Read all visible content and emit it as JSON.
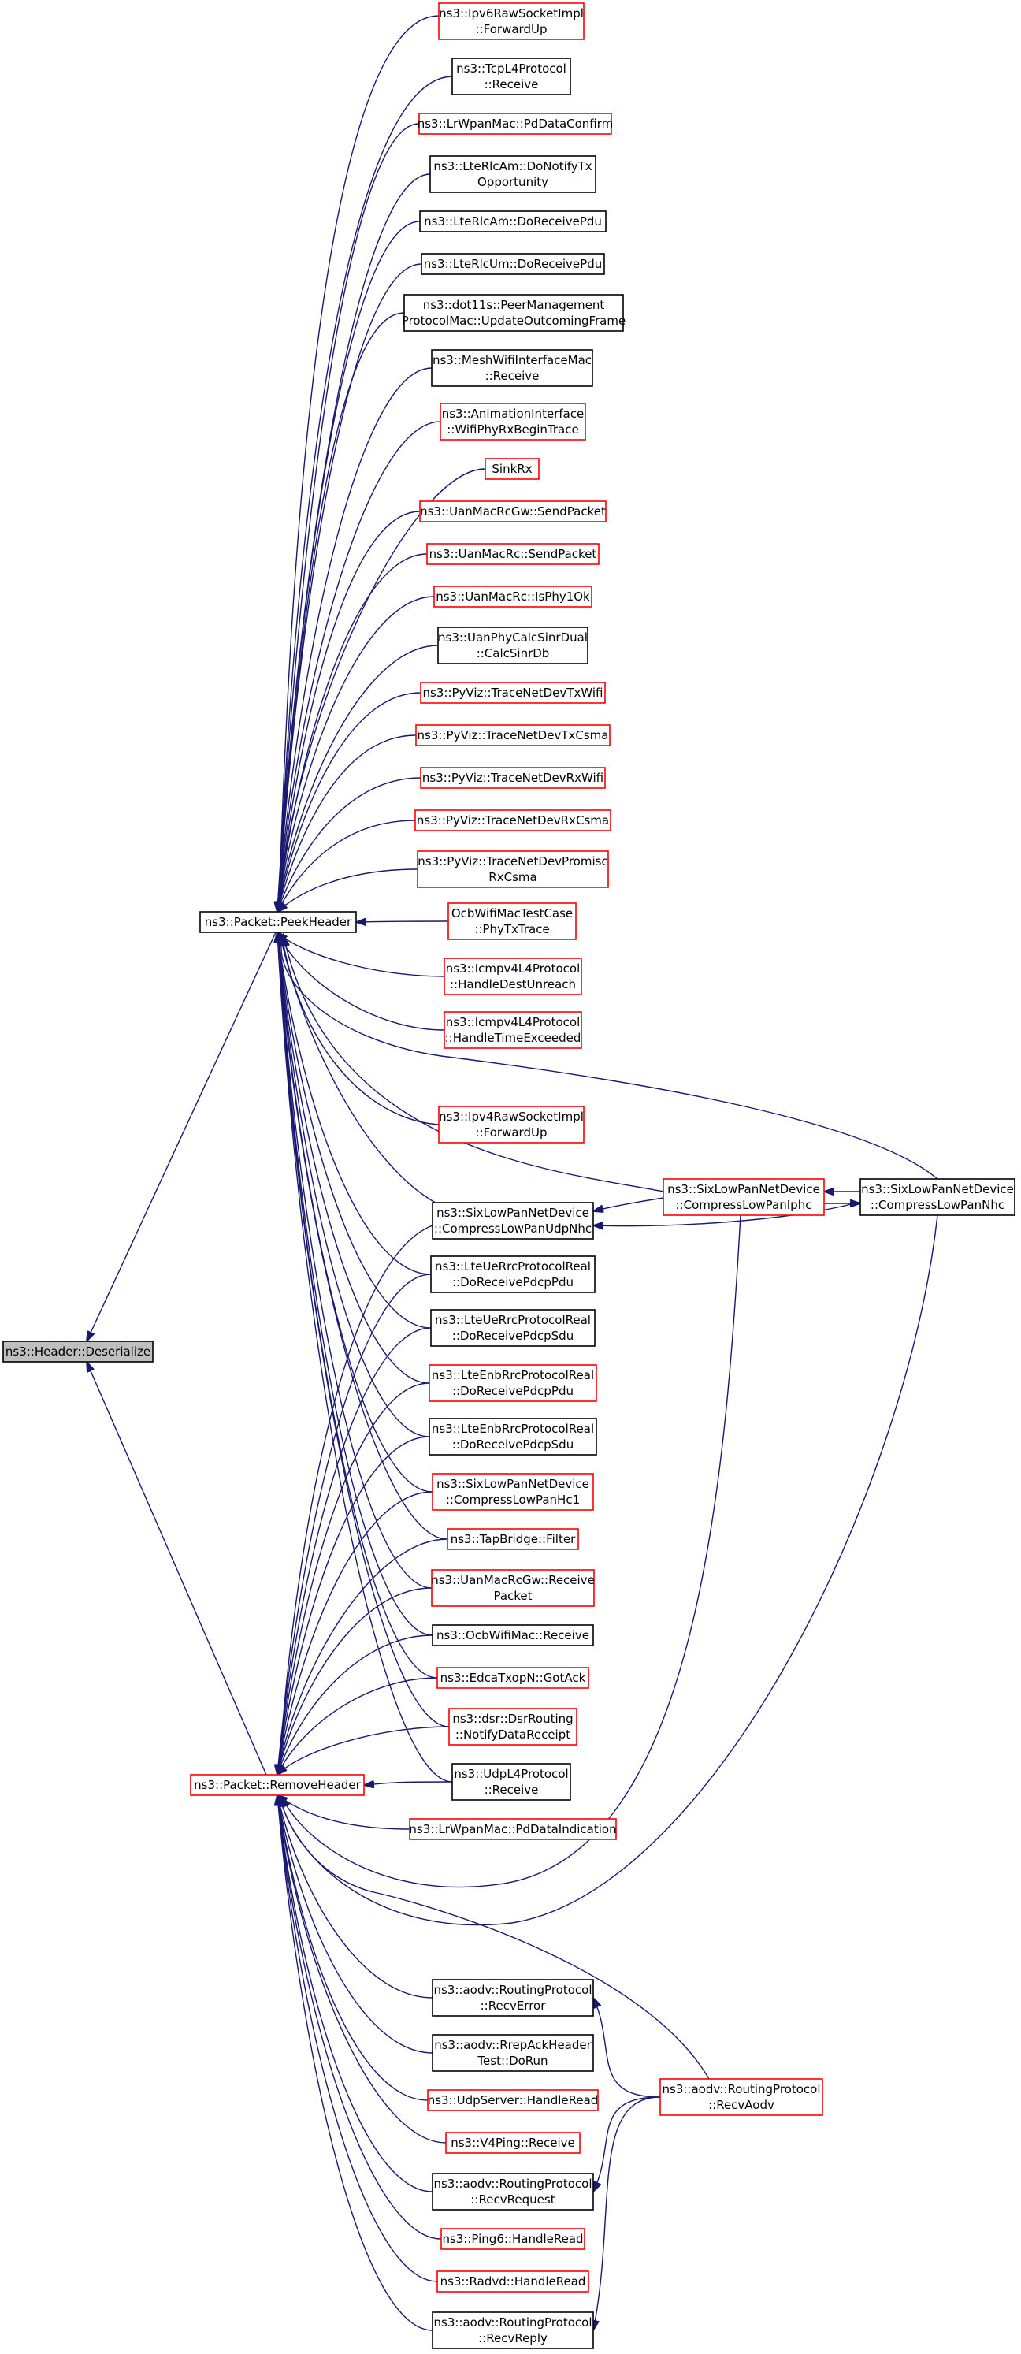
{
  "colors": {
    "edge": "#191970",
    "highlight_fill": "#bfbfbf",
    "red_border": "#ff0000",
    "black_border": "#000000"
  },
  "nodes": {
    "deserialize": {
      "lines": [
        "ns3::Header::Deserialize"
      ],
      "border": "black",
      "highlight": true
    },
    "peek": {
      "lines": [
        "ns3::Packet::PeekHeader"
      ],
      "border": "black"
    },
    "remove": {
      "lines": [
        "ns3::Packet::RemoveHeader"
      ],
      "border": "red"
    },
    "ipv6raw": {
      "lines": [
        "ns3::Ipv6RawSocketImpl",
        "::ForwardUp"
      ],
      "border": "red"
    },
    "tcpl4": {
      "lines": [
        "ns3::TcpL4Protocol",
        "::Receive"
      ],
      "border": "black"
    },
    "lrwpd": {
      "lines": [
        "ns3::LrWpanMac::PdDataConfirm"
      ],
      "border": "red"
    },
    "lterlcamtx": {
      "lines": [
        "ns3::LteRlcAm::DoNotifyTx",
        "Opportunity"
      ],
      "border": "black"
    },
    "lterlcamrx": {
      "lines": [
        "ns3::LteRlcAm::DoReceivePdu"
      ],
      "border": "black"
    },
    "lterlcumrx": {
      "lines": [
        "ns3::LteRlcUm::DoReceivePdu"
      ],
      "border": "black"
    },
    "dot11s": {
      "lines": [
        "ns3::dot11s::PeerManagement",
        "ProtocolMac::UpdateOutcomingFrame"
      ],
      "border": "black"
    },
    "meshwifi": {
      "lines": [
        "ns3::MeshWifiInterfaceMac",
        "::Receive"
      ],
      "border": "black"
    },
    "animation": {
      "lines": [
        "ns3::AnimationInterface",
        "::WifiPhyRxBeginTrace"
      ],
      "border": "red"
    },
    "sinkrx": {
      "lines": [
        "SinkRx"
      ],
      "border": "red"
    },
    "uanrcgwsend": {
      "lines": [
        "ns3::UanMacRcGw::SendPacket"
      ],
      "border": "red"
    },
    "uanrcsend": {
      "lines": [
        "ns3::UanMacRc::SendPacket"
      ],
      "border": "red"
    },
    "uanrcphy": {
      "lines": [
        "ns3::UanMacRc::IsPhy1Ok"
      ],
      "border": "red"
    },
    "uanphycalc": {
      "lines": [
        "ns3::UanPhyCalcSinrDual",
        "::CalcSinrDb"
      ],
      "border": "black"
    },
    "pyviztxwifi": {
      "lines": [
        "ns3::PyViz::TraceNetDevTxWifi"
      ],
      "border": "red"
    },
    "pyviztxcsma": {
      "lines": [
        "ns3::PyViz::TraceNetDevTxCsma"
      ],
      "border": "red"
    },
    "pyvizrxwifi": {
      "lines": [
        "ns3::PyViz::TraceNetDevRxWifi"
      ],
      "border": "red"
    },
    "pyvizrxcsma": {
      "lines": [
        "ns3::PyViz::TraceNetDevRxCsma"
      ],
      "border": "red"
    },
    "pyvizpromisc": {
      "lines": [
        "ns3::PyViz::TraceNetDevPromisc",
        "RxCsma"
      ],
      "border": "red"
    },
    "ocbtest": {
      "lines": [
        "OcbWifiMacTestCase",
        "::PhyTxTrace"
      ],
      "border": "red"
    },
    "icmpdest": {
      "lines": [
        "ns3::Icmpv4L4Protocol",
        "::HandleDestUnreach"
      ],
      "border": "red"
    },
    "icmptime": {
      "lines": [
        "ns3::Icmpv4L4Protocol",
        "::HandleTimeExceeded"
      ],
      "border": "red"
    },
    "ipv4raw": {
      "lines": [
        "ns3::Ipv4RawSocketImpl",
        "::ForwardUp"
      ],
      "border": "red"
    },
    "sixudpnhc": {
      "lines": [
        "ns3::SixLowPanNetDevice",
        "::CompressLowPanUdpNhc"
      ],
      "border": "black"
    },
    "sixiphc": {
      "lines": [
        "ns3::SixLowPanNetDevice",
        "::CompressLowPanIphc"
      ],
      "border": "red"
    },
    "sixnhc": {
      "lines": [
        "ns3::SixLowPanNetDevice",
        "::CompressLowPanNhc"
      ],
      "border": "black"
    },
    "lteuerrcpdu": {
      "lines": [
        "ns3::LteUeRrcProtocolReal",
        "::DoReceivePdcpPdu"
      ],
      "border": "black"
    },
    "lteuerrcsdu": {
      "lines": [
        "ns3::LteUeRrcProtocolReal",
        "::DoReceivePdcpSdu"
      ],
      "border": "black"
    },
    "lteenbrrcpdu": {
      "lines": [
        "ns3::LteEnbRrcProtocolReal",
        "::DoReceivePdcpPdu"
      ],
      "border": "red"
    },
    "lteenbrrcsdu": {
      "lines": [
        "ns3::LteEnbRrcProtocolReal",
        "::DoReceivePdcpSdu"
      ],
      "border": "black"
    },
    "sixhc1": {
      "lines": [
        "ns3::SixLowPanNetDevice",
        "::CompressLowPanHc1"
      ],
      "border": "red"
    },
    "tapbridge": {
      "lines": [
        "ns3::TapBridge::Filter"
      ],
      "border": "red"
    },
    "uanrcgwrecv": {
      "lines": [
        "ns3::UanMacRcGw::Receive",
        "Packet"
      ],
      "border": "red"
    },
    "ocbrecv": {
      "lines": [
        "ns3::OcbWifiMac::Receive"
      ],
      "border": "black"
    },
    "edca": {
      "lines": [
        "ns3::EdcaTxopN::GotAck"
      ],
      "border": "red"
    },
    "dsr": {
      "lines": [
        "ns3::dsr::DsrRouting",
        "::NotifyDataReceipt"
      ],
      "border": "red"
    },
    "udpl4": {
      "lines": [
        "ns3::UdpL4Protocol",
        "::Receive"
      ],
      "border": "black"
    },
    "lrwpind": {
      "lines": [
        "ns3::LrWpanMac::PdDataIndication"
      ],
      "border": "red"
    },
    "aodverr": {
      "lines": [
        "ns3::aodv::RoutingProtocol",
        "::RecvError"
      ],
      "border": "black"
    },
    "aodvrep": {
      "lines": [
        "ns3::aodv::RrepAckHeader",
        "Test::DoRun"
      ],
      "border": "black"
    },
    "udpserver": {
      "lines": [
        "ns3::UdpServer::HandleRead"
      ],
      "border": "red"
    },
    "v4ping": {
      "lines": [
        "ns3::V4Ping::Receive"
      ],
      "border": "red"
    },
    "aodvreq": {
      "lines": [
        "ns3::aodv::RoutingProtocol",
        "::RecvRequest"
      ],
      "border": "black"
    },
    "aodvrecv": {
      "lines": [
        "ns3::aodv::RoutingProtocol",
        "::RecvAodv"
      ],
      "border": "red"
    },
    "ping6": {
      "lines": [
        "ns3::Ping6::HandleRead"
      ],
      "border": "red"
    },
    "radvd": {
      "lines": [
        "ns3::Radvd::HandleRead"
      ],
      "border": "red"
    },
    "aodvreply": {
      "lines": [
        "ns3::aodv::RoutingProtocol",
        "::RecvReply"
      ],
      "border": "black"
    }
  },
  "edges": [
    [
      "peek",
      "deserialize"
    ],
    [
      "remove",
      "deserialize"
    ],
    [
      "ipv6raw",
      "peek"
    ],
    [
      "tcpl4",
      "peek"
    ],
    [
      "lrwpd",
      "peek"
    ],
    [
      "lterlcamtx",
      "peek"
    ],
    [
      "lterlcamrx",
      "peek"
    ],
    [
      "lterlcumrx",
      "peek"
    ],
    [
      "dot11s",
      "peek"
    ],
    [
      "meshwifi",
      "peek"
    ],
    [
      "animation",
      "peek"
    ],
    [
      "sinkrx",
      "peek"
    ],
    [
      "uanrcgwsend",
      "peek"
    ],
    [
      "uanrcsend",
      "peek"
    ],
    [
      "uanrcphy",
      "peek"
    ],
    [
      "uanphycalc",
      "peek"
    ],
    [
      "pyviztxwifi",
      "peek"
    ],
    [
      "pyviztxcsma",
      "peek"
    ],
    [
      "pyvizrxwifi",
      "peek"
    ],
    [
      "pyvizrxcsma",
      "peek"
    ],
    [
      "pyvizpromisc",
      "peek"
    ],
    [
      "ocbtest",
      "peek"
    ],
    [
      "icmpdest",
      "peek"
    ],
    [
      "icmptime",
      "peek"
    ],
    [
      "ipv4raw",
      "peek"
    ],
    [
      "sixnhc",
      "peek"
    ],
    [
      "sixiphc",
      "peek"
    ],
    [
      "sixudpnhc",
      "peek"
    ],
    [
      "lteuerrcpdu",
      "peek"
    ],
    [
      "lteuerrcsdu",
      "peek"
    ],
    [
      "lteenbrrcpdu",
      "peek"
    ],
    [
      "lteenbrrcsdu",
      "peek"
    ],
    [
      "sixhc1",
      "peek"
    ],
    [
      "tapbridge",
      "peek"
    ],
    [
      "uanrcgwrecv",
      "peek"
    ],
    [
      "ocbrecv",
      "peek"
    ],
    [
      "edca",
      "peek"
    ],
    [
      "dsr",
      "peek"
    ],
    [
      "udpl4",
      "peek"
    ],
    [
      "sixiphc",
      "sixudpnhc"
    ],
    [
      "sixnhc",
      "sixudpnhc"
    ],
    [
      "sixnhc",
      "sixiphc"
    ],
    [
      "sixiphc",
      "sixnhc"
    ],
    [
      "sixudpnhc",
      "remove"
    ],
    [
      "sixiphc",
      "remove"
    ],
    [
      "sixnhc",
      "remove"
    ],
    [
      "lteuerrcpdu",
      "remove"
    ],
    [
      "lteuerrcsdu",
      "remove"
    ],
    [
      "lteenbrrcpdu",
      "remove"
    ],
    [
      "lteenbrrcsdu",
      "remove"
    ],
    [
      "sixhc1",
      "remove"
    ],
    [
      "tapbridge",
      "remove"
    ],
    [
      "uanrcgwrecv",
      "remove"
    ],
    [
      "ocbrecv",
      "remove"
    ],
    [
      "edca",
      "remove"
    ],
    [
      "dsr",
      "remove"
    ],
    [
      "udpl4",
      "remove"
    ],
    [
      "lrwpind",
      "remove"
    ],
    [
      "aodverr",
      "remove"
    ],
    [
      "aodvrep",
      "remove"
    ],
    [
      "udpserver",
      "remove"
    ],
    [
      "v4ping",
      "remove"
    ],
    [
      "aodvreq",
      "remove"
    ],
    [
      "aodvrecv",
      "remove"
    ],
    [
      "ping6",
      "remove"
    ],
    [
      "radvd",
      "remove"
    ],
    [
      "aodvreply",
      "remove"
    ],
    [
      "aodvrecv",
      "aodverr"
    ],
    [
      "aodvrecv",
      "aodvreq"
    ],
    [
      "aodvrecv",
      "aodvreply"
    ]
  ]
}
